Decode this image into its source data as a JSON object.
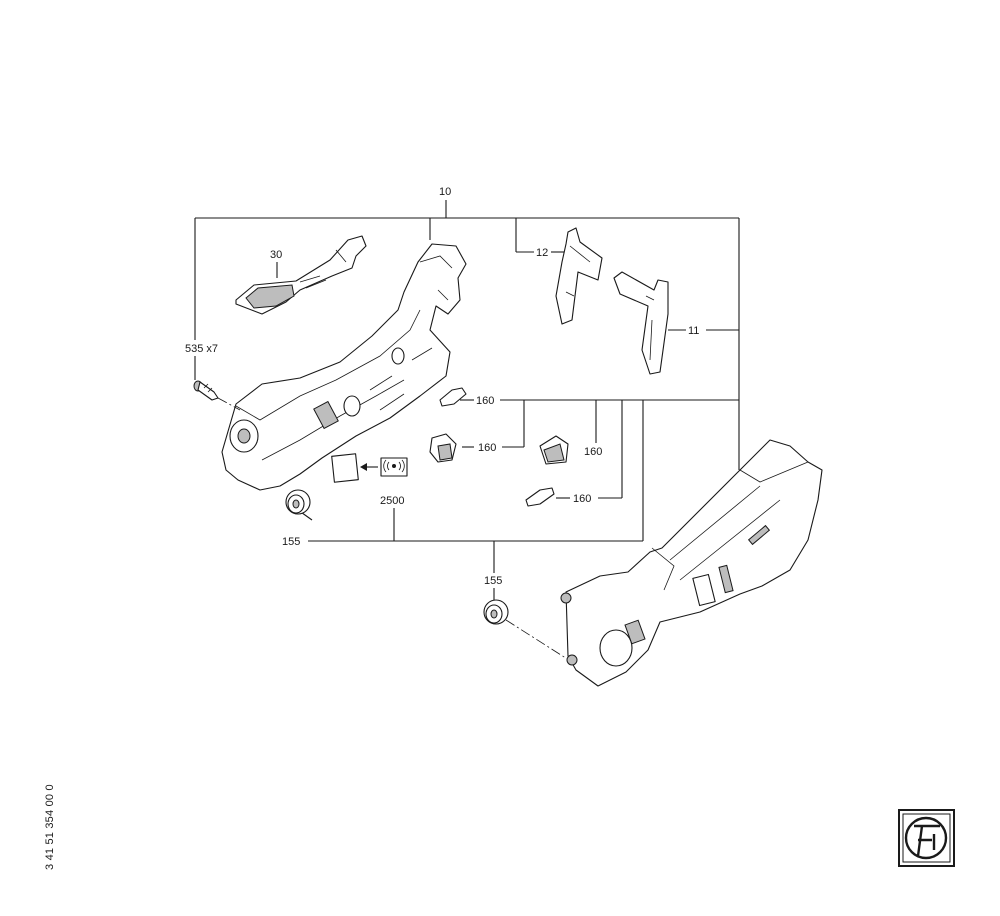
{
  "labels": {
    "assembly": "10",
    "trigger": "30",
    "screws": "535 x7",
    "switch_12": "12",
    "switch_11": "11",
    "pad_a": "160",
    "pad_b": "160",
    "pad_c": "160",
    "pad_d": "160",
    "label_sticker": "2500",
    "bumper_left": "155",
    "bumper_right": "155"
  },
  "document_number": "3 41 51 354 00 0",
  "logo": {
    "brand": "Fein",
    "icon": "fein-logo-icon"
  }
}
